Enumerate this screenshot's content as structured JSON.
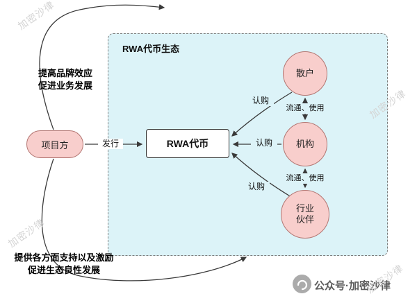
{
  "watermark_text": "加密沙律",
  "colors": {
    "node_fill": "#f8cecc",
    "node_border": "#b37672",
    "ecosystem_fill": "#dcf3f8",
    "ecosystem_border": "#7d7d7d",
    "arrow": "#3a3a3a",
    "watermark": "#d4d4d4"
  },
  "annotations": {
    "top_line1": "提高品牌效应",
    "top_line2": "促进业务发展",
    "bottom_line1": "提供各方面支持以及激励",
    "bottom_line2": "促进生态良性发展"
  },
  "project_party_label": "项目方",
  "issue_label": "发行",
  "ecosystem": {
    "title": "RWA代币生态",
    "token_label": "RWA代币",
    "retail_label": "散户",
    "institution_label": "机构",
    "partner_line1": "行业",
    "partner_line2": "伙伴",
    "subscribe_retail": "认购",
    "subscribe_institution": "认购",
    "subscribe_partner": "认购",
    "flow_top": "流通、使用",
    "flow_bottom": "流通、使用"
  },
  "footer": {
    "account_text": "公众号·加密沙律"
  }
}
